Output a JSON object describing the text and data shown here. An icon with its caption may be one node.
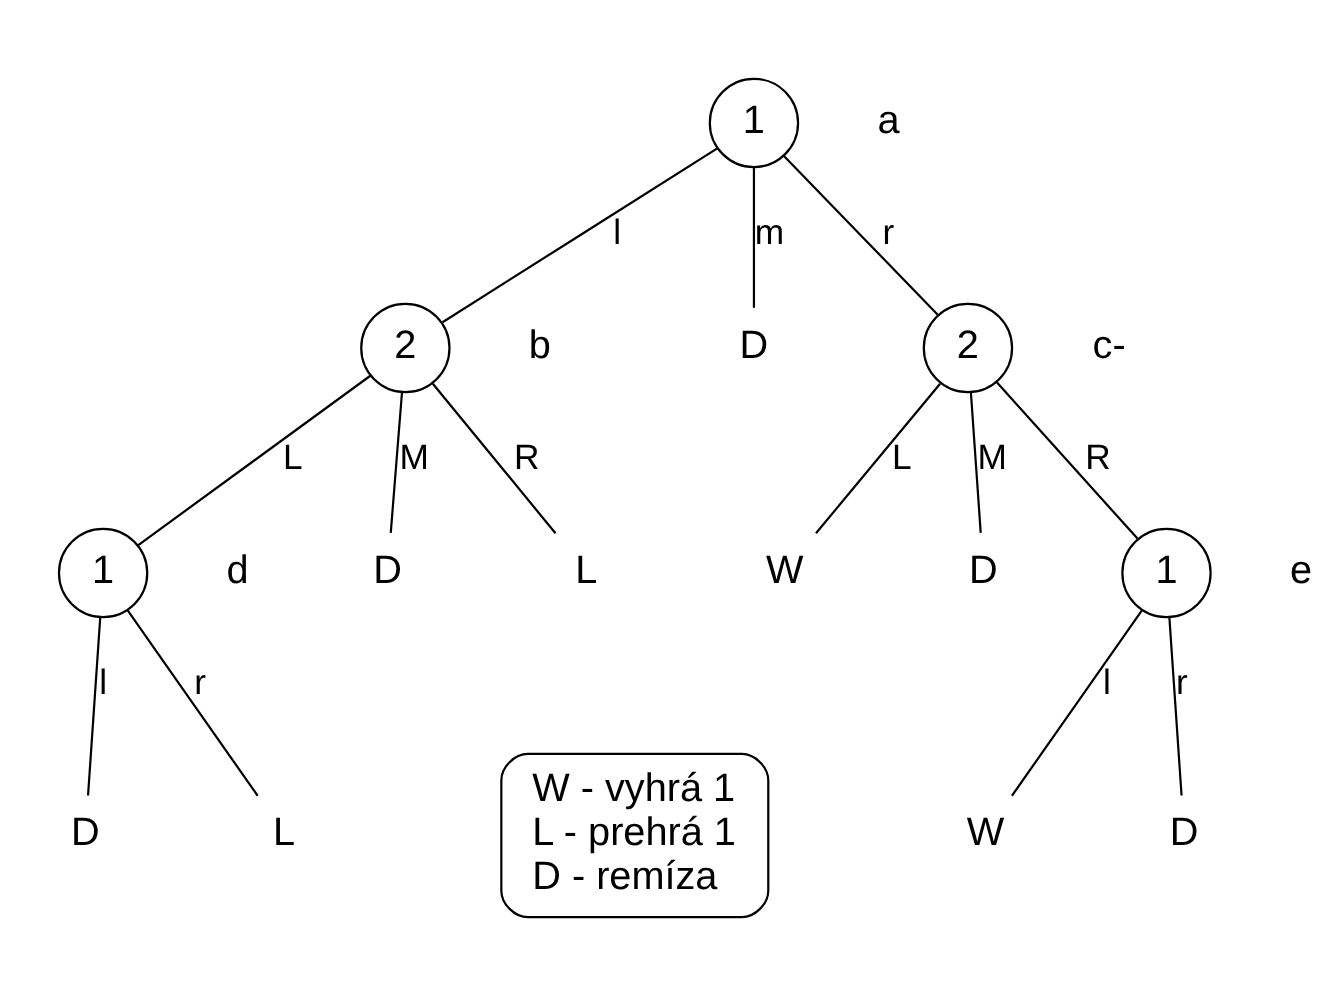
{
  "diagram": {
    "nodes": [
      {
        "text": [
          "1"
        ],
        "beside": [
          "a"
        ]
      },
      {
        "text": [
          "2"
        ],
        "beside": [
          "b"
        ]
      },
      {
        "text": [
          "D"
        ]
      },
      {
        "text": [
          "2"
        ],
        "beside": [
          "c-"
        ]
      },
      {
        "text": [
          "1"
        ],
        "beside": [
          "d"
        ]
      },
      {
        "text": [
          "D"
        ]
      },
      {
        "text": [
          "L"
        ]
      },
      {
        "text": [
          "W"
        ]
      },
      {
        "text": [
          "D"
        ]
      },
      {
        "text": [
          "1"
        ],
        "beside": [
          "e"
        ]
      },
      {
        "text": [
          "D"
        ]
      },
      {
        "text": [
          "L"
        ]
      },
      {
        "text": [
          "W"
        ]
      },
      {
        "text": [
          "D"
        ]
      },
      {
        "text": [
          "W - vyhrá 1",
          "L - prehrá 1",
          "D - remíza"
        ]
      }
    ],
    "edges": [
      {
        "from": 0,
        "to": 1,
        "arrow": "none",
        "label": "l"
      },
      {
        "from": 0,
        "to": 2,
        "arrow": "none",
        "label": "m"
      },
      {
        "from": 0,
        "to": 3,
        "arrow": "none",
        "label": "r"
      },
      {
        "from": 1,
        "to": 4,
        "arrow": "none",
        "label": "L"
      },
      {
        "from": 1,
        "to": 5,
        "arrow": "none",
        "label": "M"
      },
      {
        "from": 1,
        "to": 6,
        "arrow": "none",
        "label": "R"
      },
      {
        "from": 3,
        "to": 7,
        "arrow": "none",
        "label": "L"
      },
      {
        "from": 3,
        "to": 8,
        "arrow": "none",
        "label": "M"
      },
      {
        "from": 3,
        "to": 9,
        "arrow": "none",
        "label": "R"
      },
      {
        "from": 4,
        "to": 10,
        "arrow": "none",
        "label": "l"
      },
      {
        "from": 4,
        "to": 11,
        "arrow": "none",
        "label": "r"
      },
      {
        "from": 9,
        "to": 12,
        "arrow": "none",
        "label": "l"
      },
      {
        "from": 9,
        "to": 13,
        "arrow": "none",
        "label": "r"
      }
    ]
  }
}
